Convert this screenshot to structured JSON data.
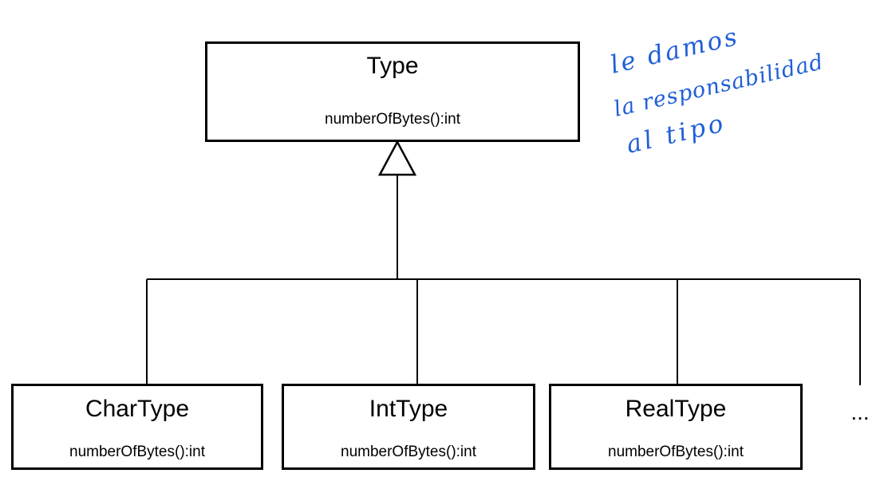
{
  "diagram": {
    "parent": {
      "name": "Type",
      "method": "numberOfBytes():int"
    },
    "children": [
      {
        "name": "CharType",
        "method": "numberOfBytes():int"
      },
      {
        "name": "IntType",
        "method": "numberOfBytes():int"
      },
      {
        "name": "RealType",
        "method": "numberOfBytes():int"
      }
    ],
    "more_indicator": "...",
    "relationship": "generalization"
  },
  "annotation": {
    "lines": [
      "le damos",
      "la responsabilidad",
      "al tipo"
    ],
    "ink_color": "#1f5fd6"
  },
  "colors": {
    "stroke": "#000000",
    "background": "#ffffff"
  }
}
